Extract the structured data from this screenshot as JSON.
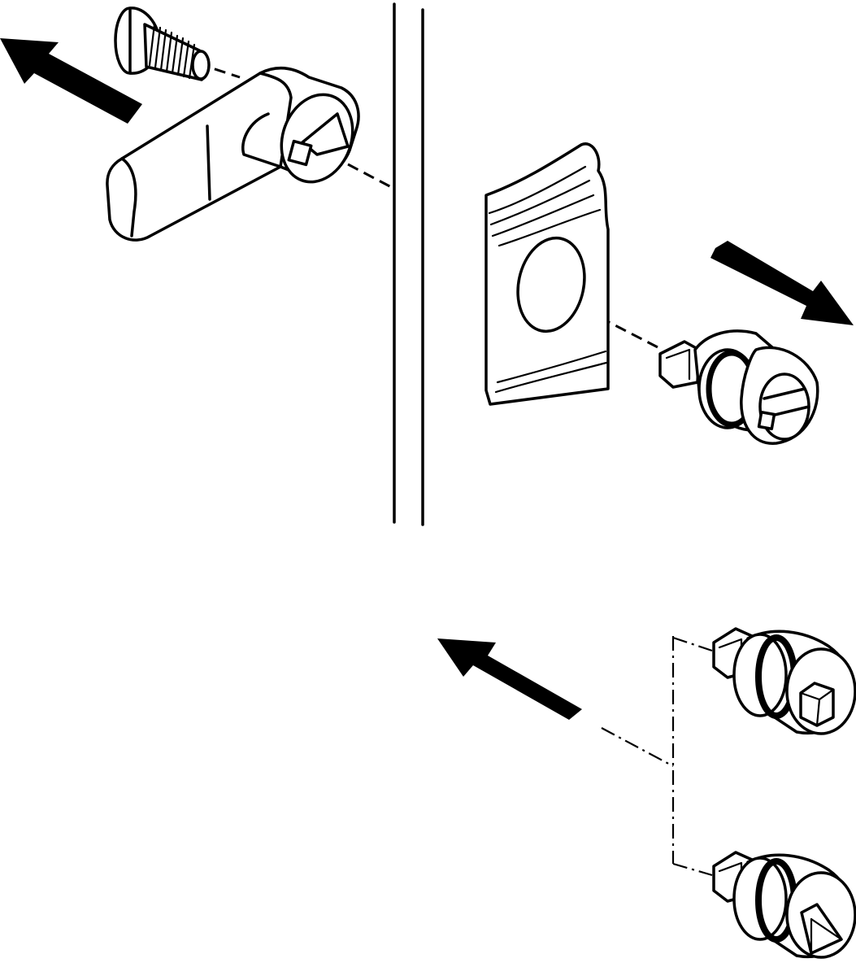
{
  "figure": {
    "type": "exploded assembly diagram",
    "labels": []
  },
  "parts": [
    {
      "id": "screw",
      "icon": "screw-icon"
    },
    {
      "id": "cam-lever",
      "icon": "cam-lever-icon"
    },
    {
      "id": "panel-wall",
      "icon": "panel-wall-icon"
    },
    {
      "id": "sealing-plate",
      "icon": "ribbed-plate-icon"
    },
    {
      "id": "lock-insert-slotted",
      "icon": "slotted-insert-icon"
    },
    {
      "id": "lock-insert-square",
      "icon": "square-insert-icon"
    },
    {
      "id": "lock-insert-triangle",
      "icon": "triangle-insert-icon"
    }
  ],
  "arrows": [
    {
      "id": "arrow-upper-left",
      "direction": "up-left"
    },
    {
      "id": "arrow-right",
      "direction": "down-right"
    },
    {
      "id": "arrow-lower",
      "direction": "up-left"
    }
  ],
  "colors": {
    "stroke": "#000000",
    "fill": "#ffffff"
  }
}
